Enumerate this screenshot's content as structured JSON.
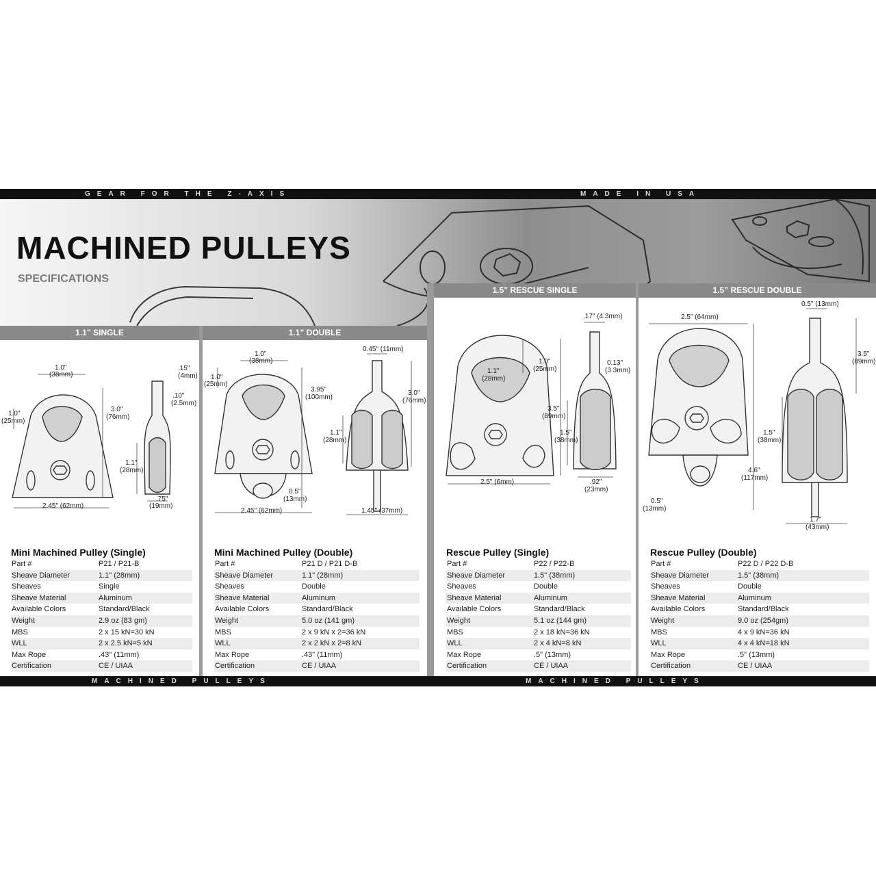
{
  "header": {
    "tagline_left": "GEAR FOR THE Z-AXIS",
    "tagline_right": "MADE IN USA",
    "title": "MACHINED PULLEYS",
    "subtitle": "SPECIFICATIONS"
  },
  "footer": {
    "left": "MACHINED PULLEYS",
    "right": "MACHINED PULLEYS"
  },
  "panels": [
    {
      "header": "1.1” SINGLE",
      "dims": [
        "1.0\"",
        "(38mm)",
        "1.0\"",
        "(25mm)",
        "3.0\"",
        "(76mm)",
        ".15\"",
        "(4mm)",
        ".10\"",
        "(2.5mm)",
        "1.1\"",
        "(28mm)",
        "2.45\" (62mm)",
        ".75\"",
        "(19mm)"
      ],
      "product": "Mini Machined Pulley (Single)",
      "specs": [
        {
          "k": "Part #",
          "v": "P21 / P21-B"
        },
        {
          "k": "Sheave Diameter",
          "v": "1.1\" (28mm)"
        },
        {
          "k": "Sheaves",
          "v": "Single"
        },
        {
          "k": "Sheave Material",
          "v": "Aluminum"
        },
        {
          "k": "Available Colors",
          "v": "Standard/Black"
        },
        {
          "k": "Weight",
          "v": "2.9 oz (83 gm)"
        },
        {
          "k": "MBS",
          "v": "2 x 15 kN=30 kN"
        },
        {
          "k": "WLL",
          "v": "2 x 2.5 kN=5 kN"
        },
        {
          "k": "Max Rope",
          "v": ".43\" (11mm)"
        },
        {
          "k": "Certification",
          "v": "CE / UIAA"
        }
      ]
    },
    {
      "header": "1.1” DOUBLE",
      "dims": [
        "1.0\"",
        "(38mm)",
        "1.0\"",
        "(25mm)",
        "3.95\"",
        "(100mm)",
        "0.45\" (11mm)",
        "3.0\"",
        "(76mm)",
        "1.1\"",
        "(28mm)",
        "0.5\"",
        "(13mm)",
        "2.45\" (62mm)",
        "1.45\" (37mm)"
      ],
      "product": "Mini Machined Pulley (Double)",
      "specs": [
        {
          "k": "Part #",
          "v": "P21 D / P21 D-B"
        },
        {
          "k": "Sheave Diameter",
          "v": "1.1\" (28mm)"
        },
        {
          "k": "Sheaves",
          "v": "Double"
        },
        {
          "k": "Sheave Material",
          "v": "Aluminum"
        },
        {
          "k": "Available Colors",
          "v": "Standard/Black"
        },
        {
          "k": "Weight",
          "v": "5.0 oz (141 gm)"
        },
        {
          "k": "MBS",
          "v": "2 x 9 kN x 2=36 kN"
        },
        {
          "k": "WLL",
          "v": "2 x 2 kN x 2=8 kN"
        },
        {
          "k": "Max Rope",
          "v": ".43\" (11mm)"
        },
        {
          "k": "Certification",
          "v": "CE / UIAA"
        }
      ]
    },
    {
      "header": "1.5” RESCUE SINGLE",
      "dims": [
        ".17\" (4.3mm)",
        "1.0\"",
        "(25mm)",
        "0.13\"",
        "(3.3mm)",
        "1.1\"",
        "(28mm)",
        "3.5\"",
        "(89mm)",
        "1.5\"",
        "(38mm)",
        "2.5\" (6mm)",
        ".92\"",
        "(23mm)"
      ],
      "product": "Rescue Pulley (Single)",
      "specs": [
        {
          "k": "Part #",
          "v": "P22 / P22-B"
        },
        {
          "k": "Sheave Diameter",
          "v": "1.5\" (38mm)"
        },
        {
          "k": "Sheaves",
          "v": "Double"
        },
        {
          "k": "Sheave Material",
          "v": "Aluminum"
        },
        {
          "k": "Available Colors",
          "v": "Standard/Black"
        },
        {
          "k": "Weight",
          "v": "5.1 oz (144 gm)"
        },
        {
          "k": "MBS",
          "v": "2 x 18 kN=36 kN"
        },
        {
          "k": "WLL",
          "v": "2 x 4 kN=8 kN"
        },
        {
          "k": "Max Rope",
          "v": ".5\" (13mm)"
        },
        {
          "k": "Certification",
          "v": "CE / UIAA"
        }
      ]
    },
    {
      "header": "1.5” RESCUE DOUBLE",
      "dims": [
        "2.5\" (64mm)",
        "0.5\" (13mm)",
        "3.5\"",
        "(89mm)",
        "1.5\"",
        "(38mm)",
        "4.6\"",
        "(117mm)",
        "0.5\"",
        "(13mm)",
        "1.7\"",
        "(43mm)"
      ],
      "product": "Rescue Pulley (Double)",
      "specs": [
        {
          "k": "Part #",
          "v": "P22 D / P22 D-B"
        },
        {
          "k": "Sheave Diameter",
          "v": "1.5\" (38mm)"
        },
        {
          "k": "Sheaves",
          "v": "Double"
        },
        {
          "k": "Sheave Material",
          "v": "Aluminum"
        },
        {
          "k": "Available Colors",
          "v": "Standard/Black"
        },
        {
          "k": "Weight",
          "v": "9.0 oz (254gm)"
        },
        {
          "k": "MBS",
          "v": "4 x 9 kN=36 kN"
        },
        {
          "k": "WLL",
          "v": "4 x 4 kN=18 kN"
        },
        {
          "k": "Max Rope",
          "v": ".5\" (13mm)"
        },
        {
          "k": "Certification",
          "v": "CE / UIAA"
        }
      ]
    }
  ]
}
